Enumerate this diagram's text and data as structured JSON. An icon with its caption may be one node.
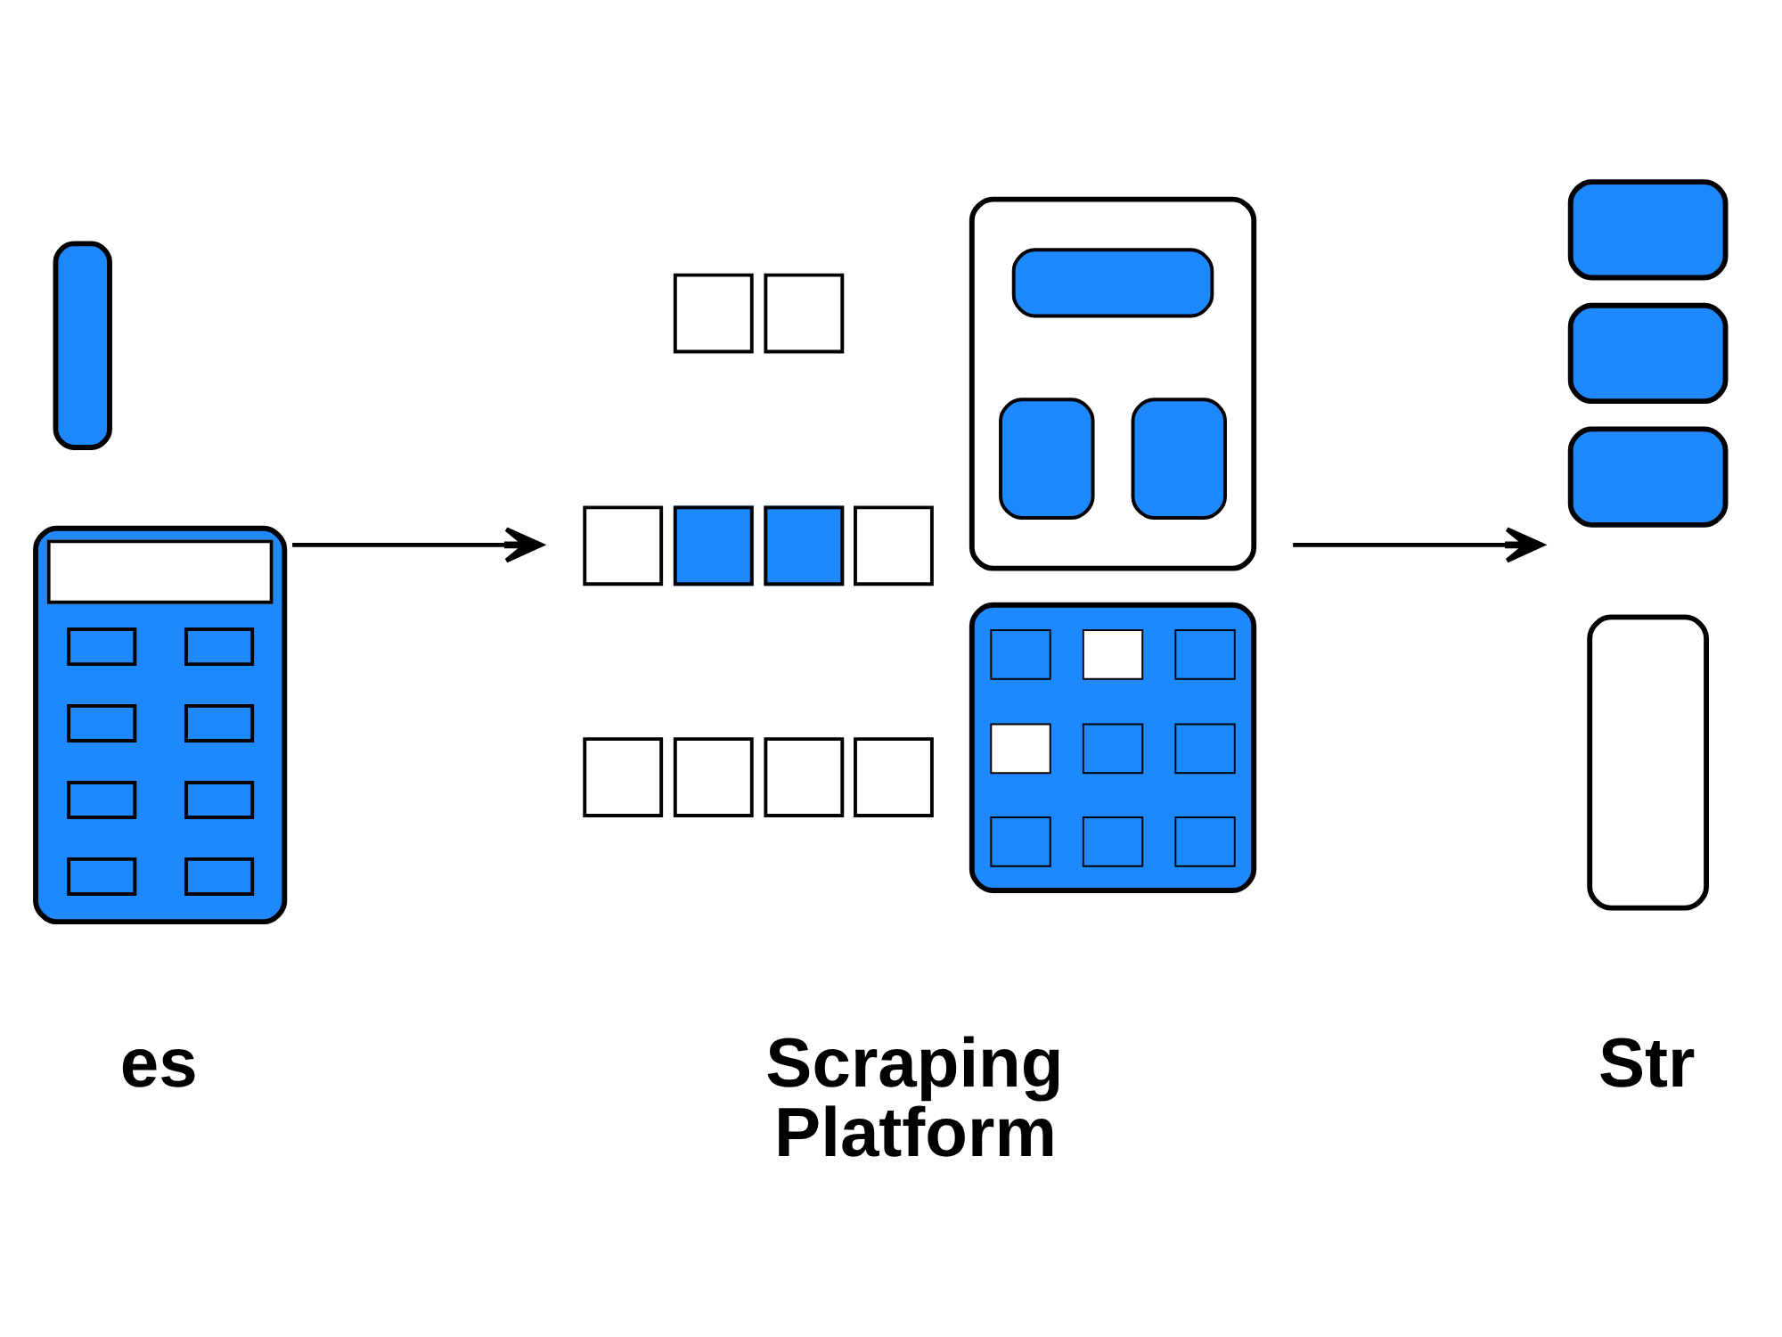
{
  "diagram": {
    "nodes": [
      {
        "text": [],
        "shape": "picture",
        "beside": [
          "es"
        ]
      },
      {
        "text": [],
        "shape": "picture",
        "beside": [
          "Scraping Platform"
        ]
      },
      {
        "text": [],
        "shape": "picture",
        "beside": [
          "Str"
        ]
      }
    ],
    "edges": [
      {
        "from": 0,
        "to": 1,
        "arrow": "to"
      },
      {
        "from": 1,
        "to": 2,
        "arrow": "to"
      }
    ]
  }
}
